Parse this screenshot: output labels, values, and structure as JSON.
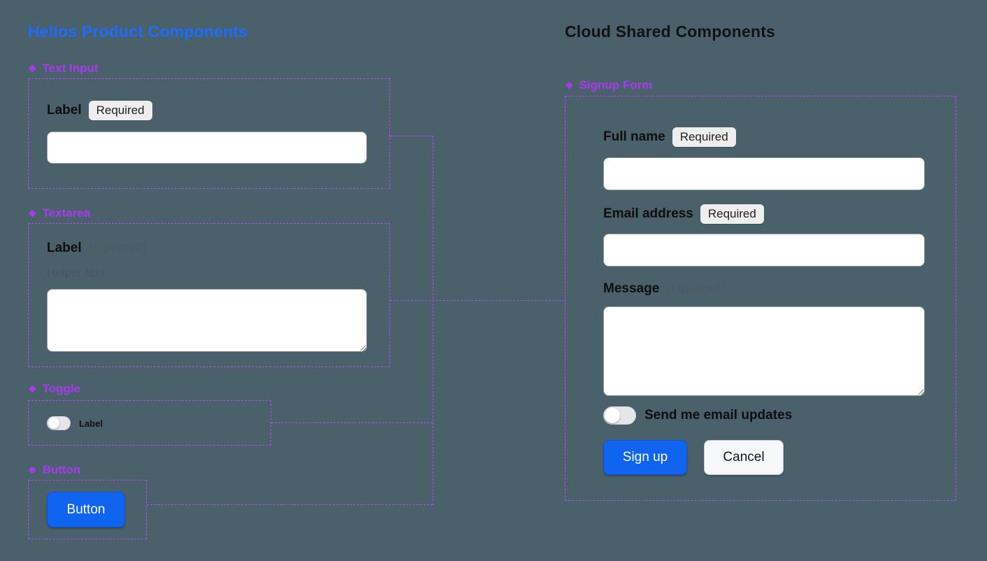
{
  "colors": {
    "canvas_background": "#4a616b",
    "left_title_blue": "#1d6bff",
    "component_purple": "#a83af0",
    "primary_button_blue": "#1064f0"
  },
  "icons": {
    "component_diamond": "❖"
  },
  "left_panel": {
    "title": "Helios Product Components",
    "text_input": {
      "section_label": "Text Input",
      "field_label": "Label",
      "required_badge": "Required"
    },
    "textarea": {
      "section_label": "Textarea",
      "field_label": "Label",
      "optional_suffix": "(Optional)",
      "helper_text": "Helper text"
    },
    "toggle": {
      "section_label": "Toggle",
      "toggle_label": "Label"
    },
    "button": {
      "section_label": "Button",
      "button_label": "Button"
    }
  },
  "right_panel": {
    "title": "Cloud Shared Components",
    "signup_form": {
      "section_label": "Signup Form",
      "full_name": {
        "label": "Full name",
        "badge": "Required"
      },
      "email": {
        "label": "Email address",
        "badge": "Required"
      },
      "message": {
        "label": "Message",
        "optional_suffix": "(Optional)"
      },
      "updates_toggle_label": "Send me email updates",
      "signup_button": "Sign up",
      "cancel_button": "Cancel"
    }
  }
}
